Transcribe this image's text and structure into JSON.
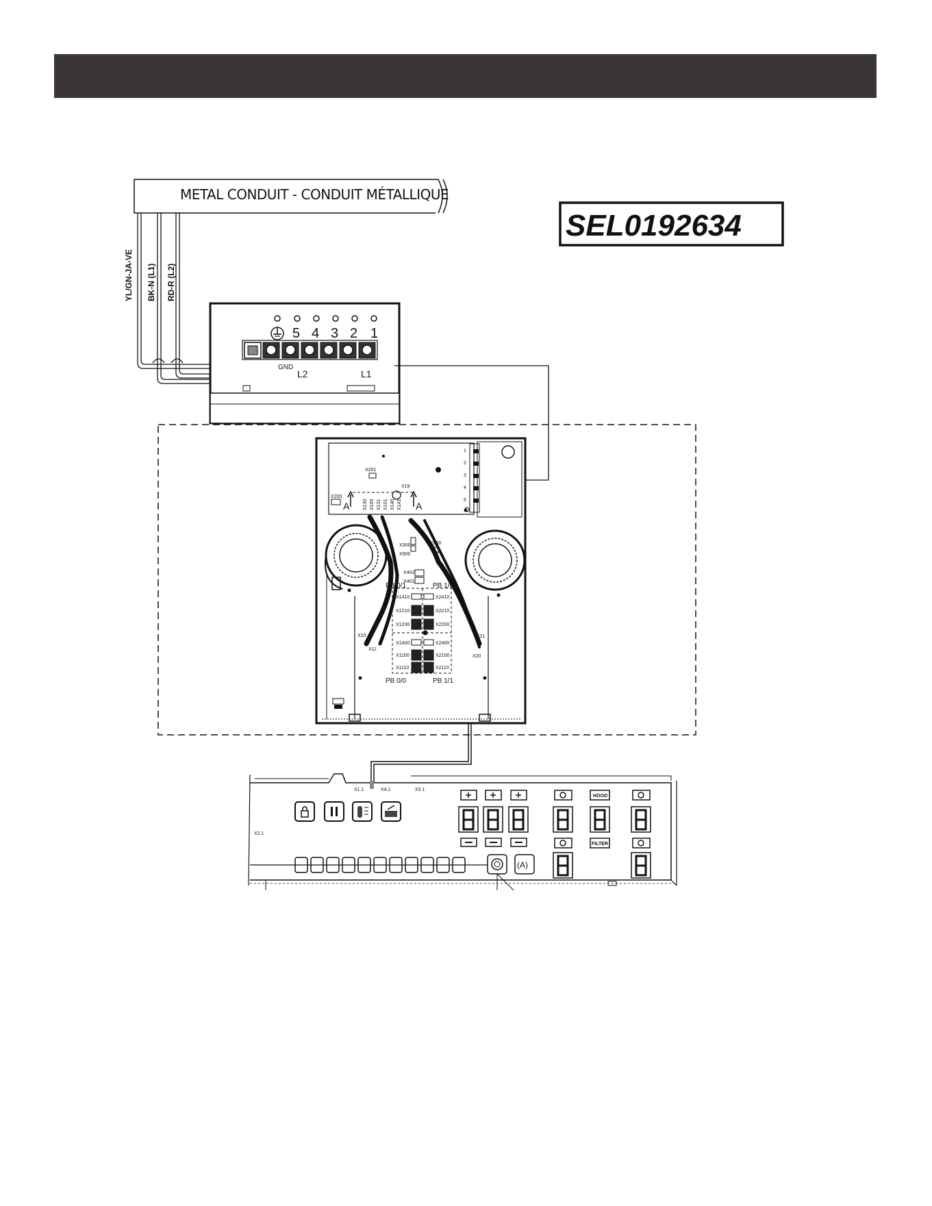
{
  "model_number": "SEL0192634",
  "conduit_label": "METAL CONDUIT - CONDUIT MÉTALLIQUE",
  "wires": [
    {
      "label": "YL/GN-JA-VE"
    },
    {
      "label": "BK-N (L1)"
    },
    {
      "label": "RD-R (L2)"
    }
  ],
  "terminal_block": {
    "terminals": [
      "5",
      "4",
      "3",
      "2",
      "1"
    ],
    "labels": {
      "gnd": "GND",
      "l2": "L2",
      "l1": "L1"
    }
  },
  "power_board": {
    "connectors": {
      "x201": "X201",
      "x19": "X19",
      "x200": "X200",
      "x300": "X300",
      "x500": "X500",
      "x800": "X800",
      "x402": "X402",
      "x401": "X401",
      "x10": "X10",
      "x11": "X11",
      "x21": "X21",
      "x20": "X20"
    },
    "section_marks": [
      "A",
      "A"
    ],
    "vertical_labels": [
      "X130",
      "X100",
      "X131",
      "X101",
      "X140",
      "X141"
    ],
    "side_numbers": [
      "1",
      "2",
      "3",
      "4",
      "5"
    ],
    "power_boards": {
      "pb01": "PB 0/1",
      "pb10": "PB 1/0",
      "pb00": "PB 0/0",
      "pb11": "PB 1/1"
    },
    "relays_left": [
      "X1410",
      "X1210",
      "X1200",
      "X1400",
      "X1100",
      "X1110"
    ],
    "relays_right": [
      "X2410",
      "X2210",
      "X2200",
      "X2400",
      "X2100",
      "X2110"
    ]
  },
  "control_panel": {
    "connectors": {
      "x11": "X1.1",
      "x41": "X4.1",
      "x31": "X3.1",
      "x21": "X2.1"
    },
    "hood_label": "HOOD",
    "filter_label": "FILTER",
    "auto_label": "(A)"
  }
}
